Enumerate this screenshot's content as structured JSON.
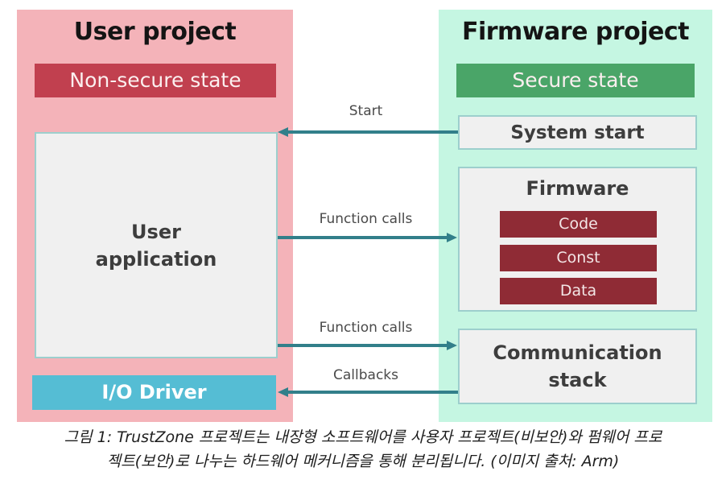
{
  "colors": {
    "user_panel_bg": "#f4b3b9",
    "firmware_panel_bg": "#c5f6e2",
    "non_secure_bar": "#c1404f",
    "secure_bar": "#4aa568",
    "io_driver_bar": "#55bdd4",
    "memory_block": "#8f2b35",
    "arrow": "#327f8a",
    "box_fill": "#f0f0f0"
  },
  "user_project": {
    "title": "User project",
    "state_label": "Non-secure state",
    "application_label_line1": "User",
    "application_label_line2": "application",
    "io_driver_label": "I/O Driver"
  },
  "firmware_project": {
    "title": "Firmware project",
    "state_label": "Secure state",
    "system_start_label": "System start",
    "firmware_label": "Firmware",
    "memory_sections": [
      "Code",
      "Const",
      "Data"
    ],
    "comm_stack_line1": "Communication",
    "comm_stack_line2": "stack"
  },
  "arrows": [
    {
      "label": "Start",
      "direction": "to-user"
    },
    {
      "label": "Function calls",
      "direction": "to-firmware"
    },
    {
      "label": "Function calls",
      "direction": "to-firmware"
    },
    {
      "label": "Callbacks",
      "direction": "to-user"
    }
  ],
  "caption": {
    "line1": "그림 1: TrustZone 프로젝트는 내장형 소프트웨어를 사용자 프로젝트(비보안)와 펌웨어 프로",
    "line2": "젝트(보안)로 나누는 하드웨어 메커니즘을 통해 분리됩니다. (이미지 출처: Arm)"
  }
}
